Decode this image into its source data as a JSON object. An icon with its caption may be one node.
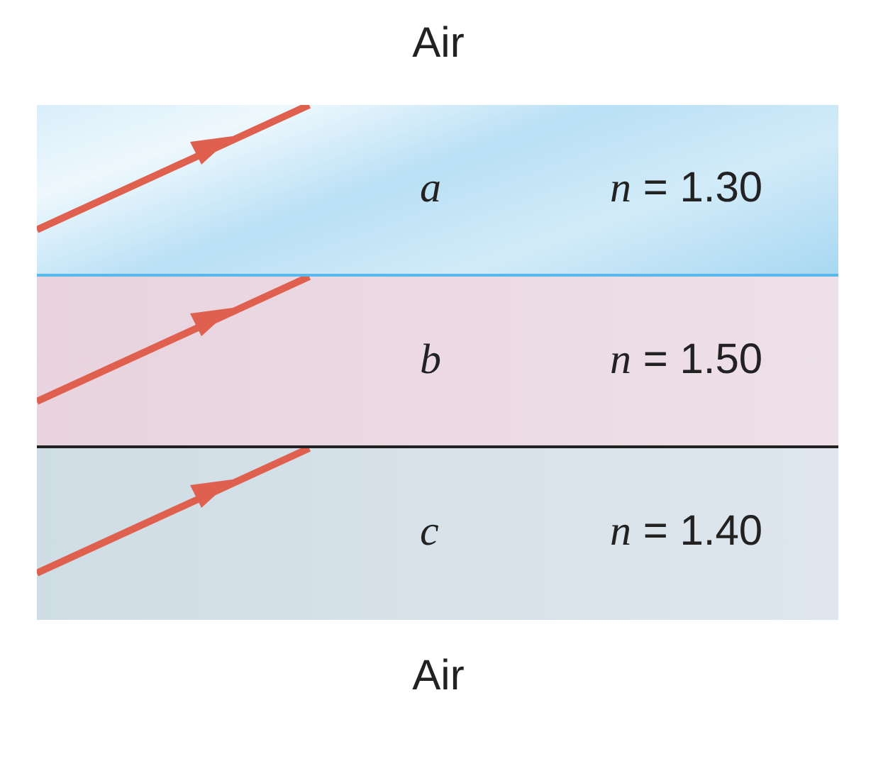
{
  "diagram": {
    "nodes": [
      {
        "text": [
          "a",
          "*n* = 1.30"
        ]
      },
      {
        "text": [
          "b",
          "*n* = 1.50"
        ]
      },
      {
        "text": [
          "c",
          "*n* = 1.40"
        ]
      }
    ],
    "labels": [
      "Air",
      "Air"
    ]
  }
}
